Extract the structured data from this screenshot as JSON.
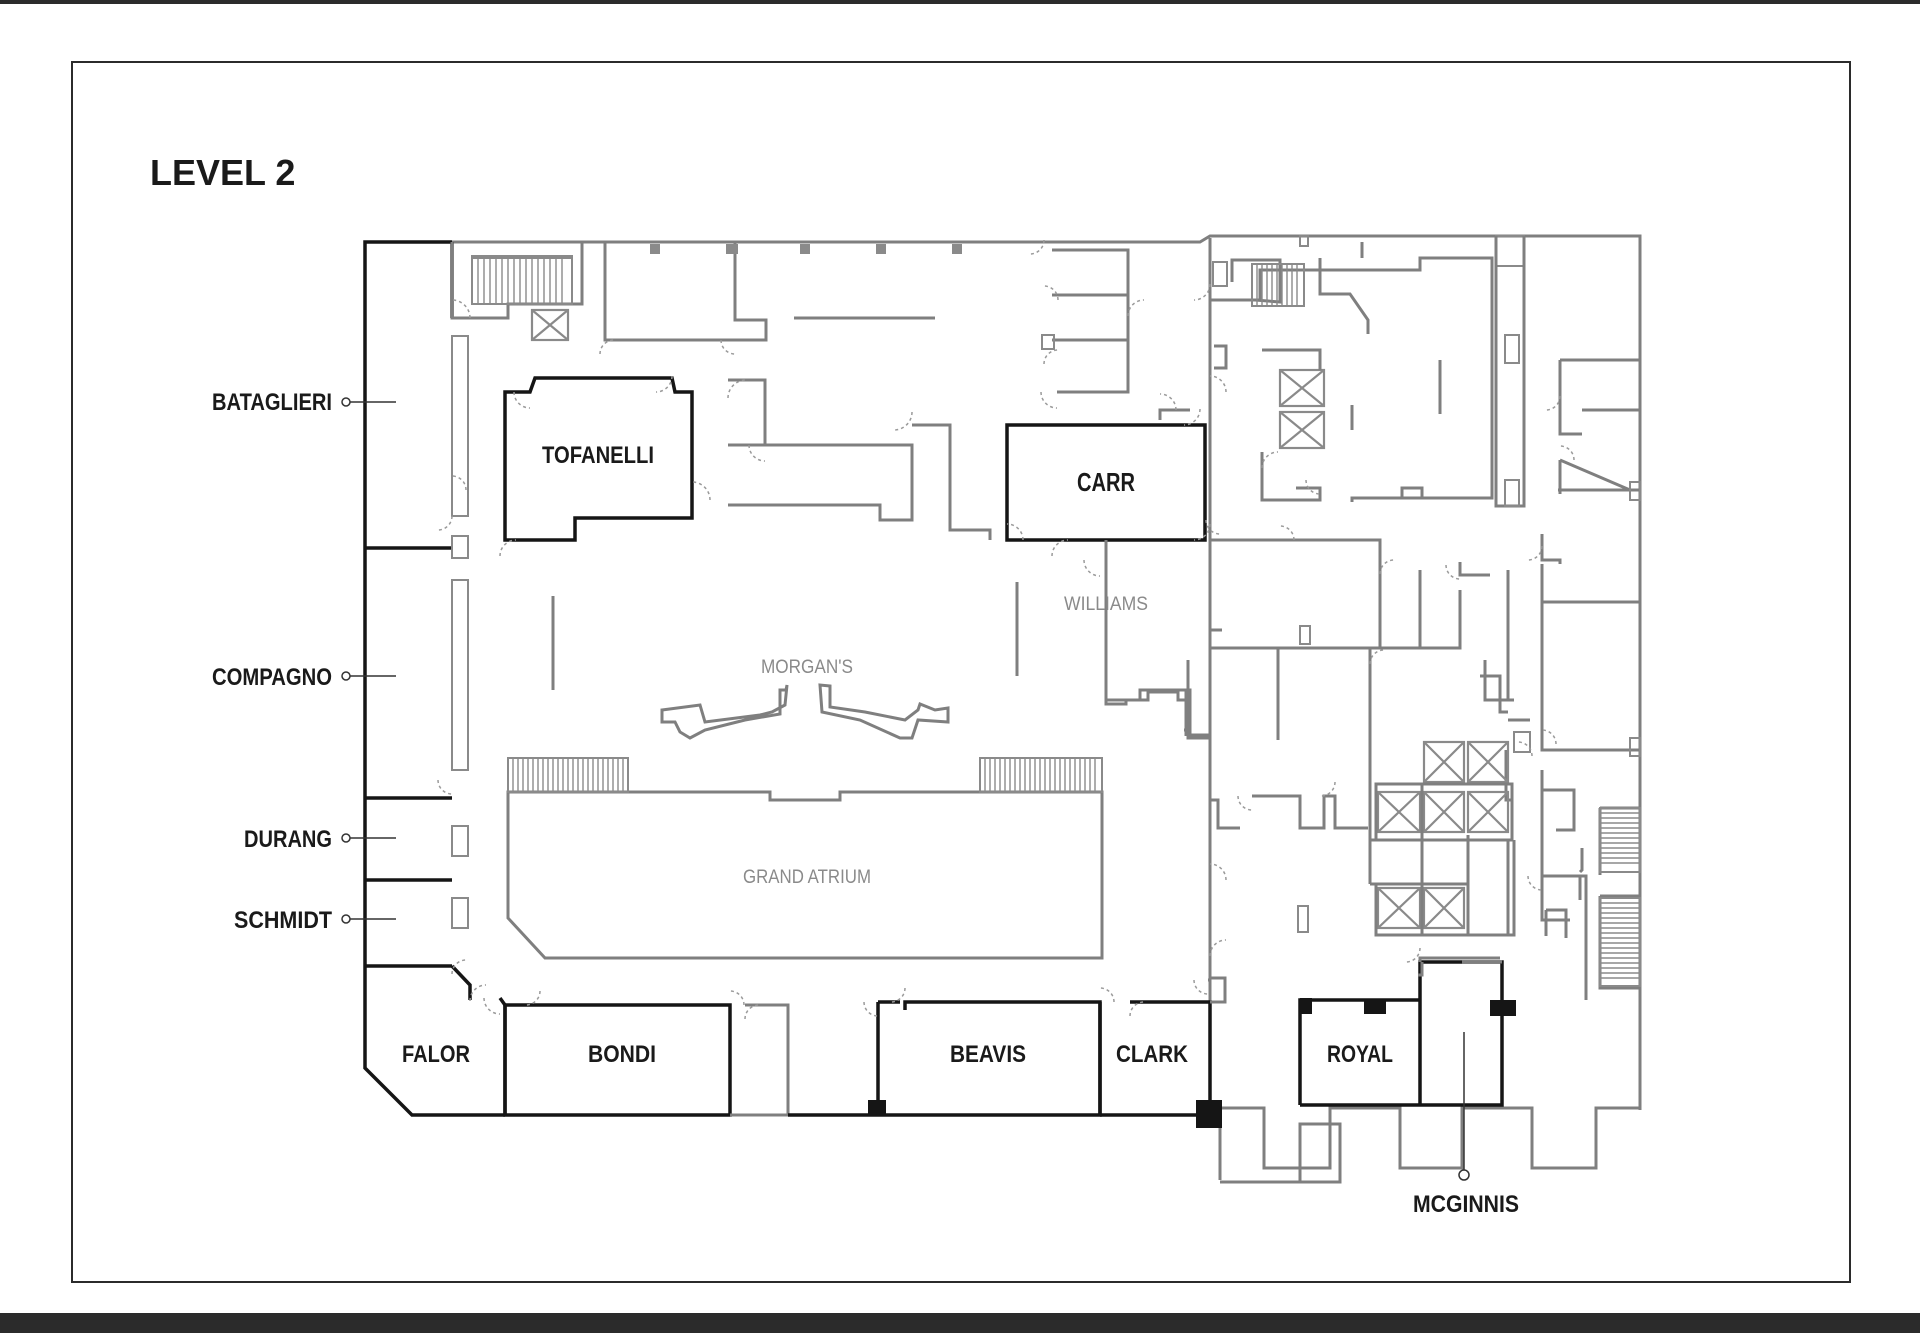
{
  "level_title": "LEVEL 2",
  "rooms": {
    "bataglieri": "BATAGLIERI",
    "compagno": "COMPAGNO",
    "durang": "DURANG",
    "schmidt": "SCHMIDT",
    "falor": "FALOR",
    "bondi": "BONDI",
    "beavis": "BEAVIS",
    "clark": "CLARK",
    "royal": "ROYAL",
    "mcginnis": "MCGINNIS",
    "tofanelli": "TOFANELLI",
    "carr": "CARR",
    "williams": "WILLIAMS",
    "morgans": "MORGAN'S",
    "grand_atrium": "GRAND ATRIUM"
  },
  "colors": {
    "dark_wall": "#151515",
    "grey_wall": "#7f7f7f",
    "grey_label": "#8a8a8a",
    "frame_border": "#2b2b2b"
  }
}
